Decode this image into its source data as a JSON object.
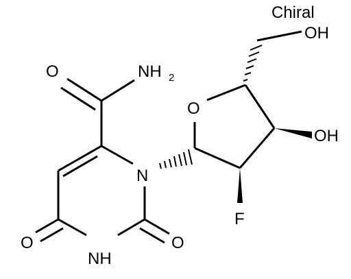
{
  "label": "Chiral",
  "atoms": {
    "nh2_n": "NH",
    "nh2_sub": "2",
    "amide_o": "O",
    "ring_o": "O",
    "oh_top": "OH",
    "oh_mid": "OH",
    "n1": "N",
    "f": "F",
    "nh": "NH",
    "o_left": "O",
    "o_right": "O"
  }
}
